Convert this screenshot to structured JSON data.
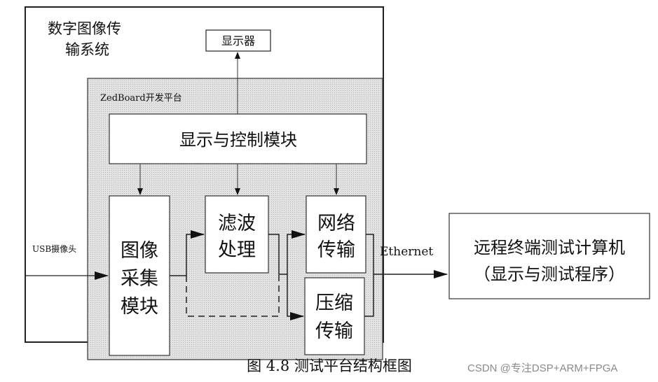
{
  "system_title": [
    "数字图像传",
    "输系统"
  ],
  "monitor": "显示器",
  "platform_label": "ZedBoard开发平台",
  "control_module": "显示与控制模块",
  "capture_module": [
    "图像",
    "采集",
    "模块"
  ],
  "filter_module": [
    "滤波",
    "处理"
  ],
  "network_module": [
    "网络",
    "传输"
  ],
  "compress_module": [
    "压缩",
    "传输"
  ],
  "usb_label": "USB摄像头",
  "ethernet_label": "Ethernet",
  "remote_pc": [
    "远程终端测试计算机",
    "（显示与测试程序）"
  ],
  "caption": "图 4.8 测试平台结构框图",
  "watermark": "CSDN @专注DSP+ARM+FPGA",
  "colors": {
    "platform_fill": "#dcdcdc",
    "line": "#111111",
    "watermark": "#8a8a8a"
  }
}
